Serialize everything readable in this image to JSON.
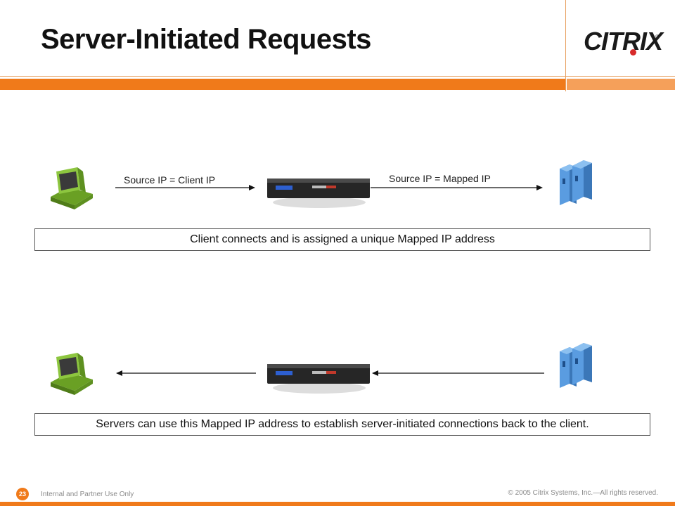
{
  "slide": {
    "title": "Server-Initiated Requests",
    "logo_text": "CITRIX",
    "logo_mark": "®"
  },
  "top_flow": {
    "label_left": "Source IP = Client IP",
    "label_right": "Source IP = Mapped IP",
    "caption": "Client connects and is assigned a unique Mapped IP address"
  },
  "bottom_flow": {
    "caption": "Servers can use this Mapped IP address to establish server-initiated connections back to the client."
  },
  "footer": {
    "page_number": "23",
    "left_text": "Internal and Partner Use Only",
    "right_text": "© 2005 Citrix Systems, Inc.—All rights reserved."
  },
  "colors": {
    "accent_orange": "#f07a1a",
    "client_green": "#7cb82f",
    "server_blue": "#4a8fd6",
    "logo_red": "#d72a2a"
  },
  "icons": {
    "client": "computer-icon",
    "appliance": "netscaler-appliance-icon",
    "server": "server-icon"
  }
}
